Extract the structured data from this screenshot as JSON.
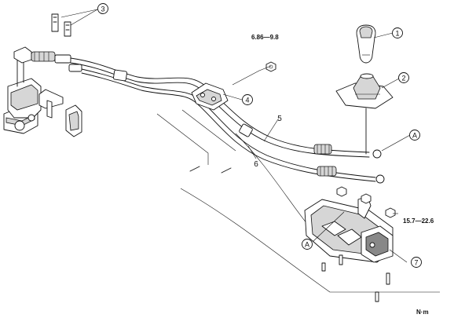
{
  "callouts": {
    "c1": "1",
    "c2": "2",
    "c3": "3",
    "c4": "4",
    "c5": "5",
    "c6": "6",
    "c7": "7",
    "a_upper": "A",
    "a_lower": "A"
  },
  "torque": {
    "upper": "6.86—9.8",
    "lower": "15.7—22.6",
    "unit": "N·m"
  },
  "icons": [
    "nut-icon"
  ]
}
